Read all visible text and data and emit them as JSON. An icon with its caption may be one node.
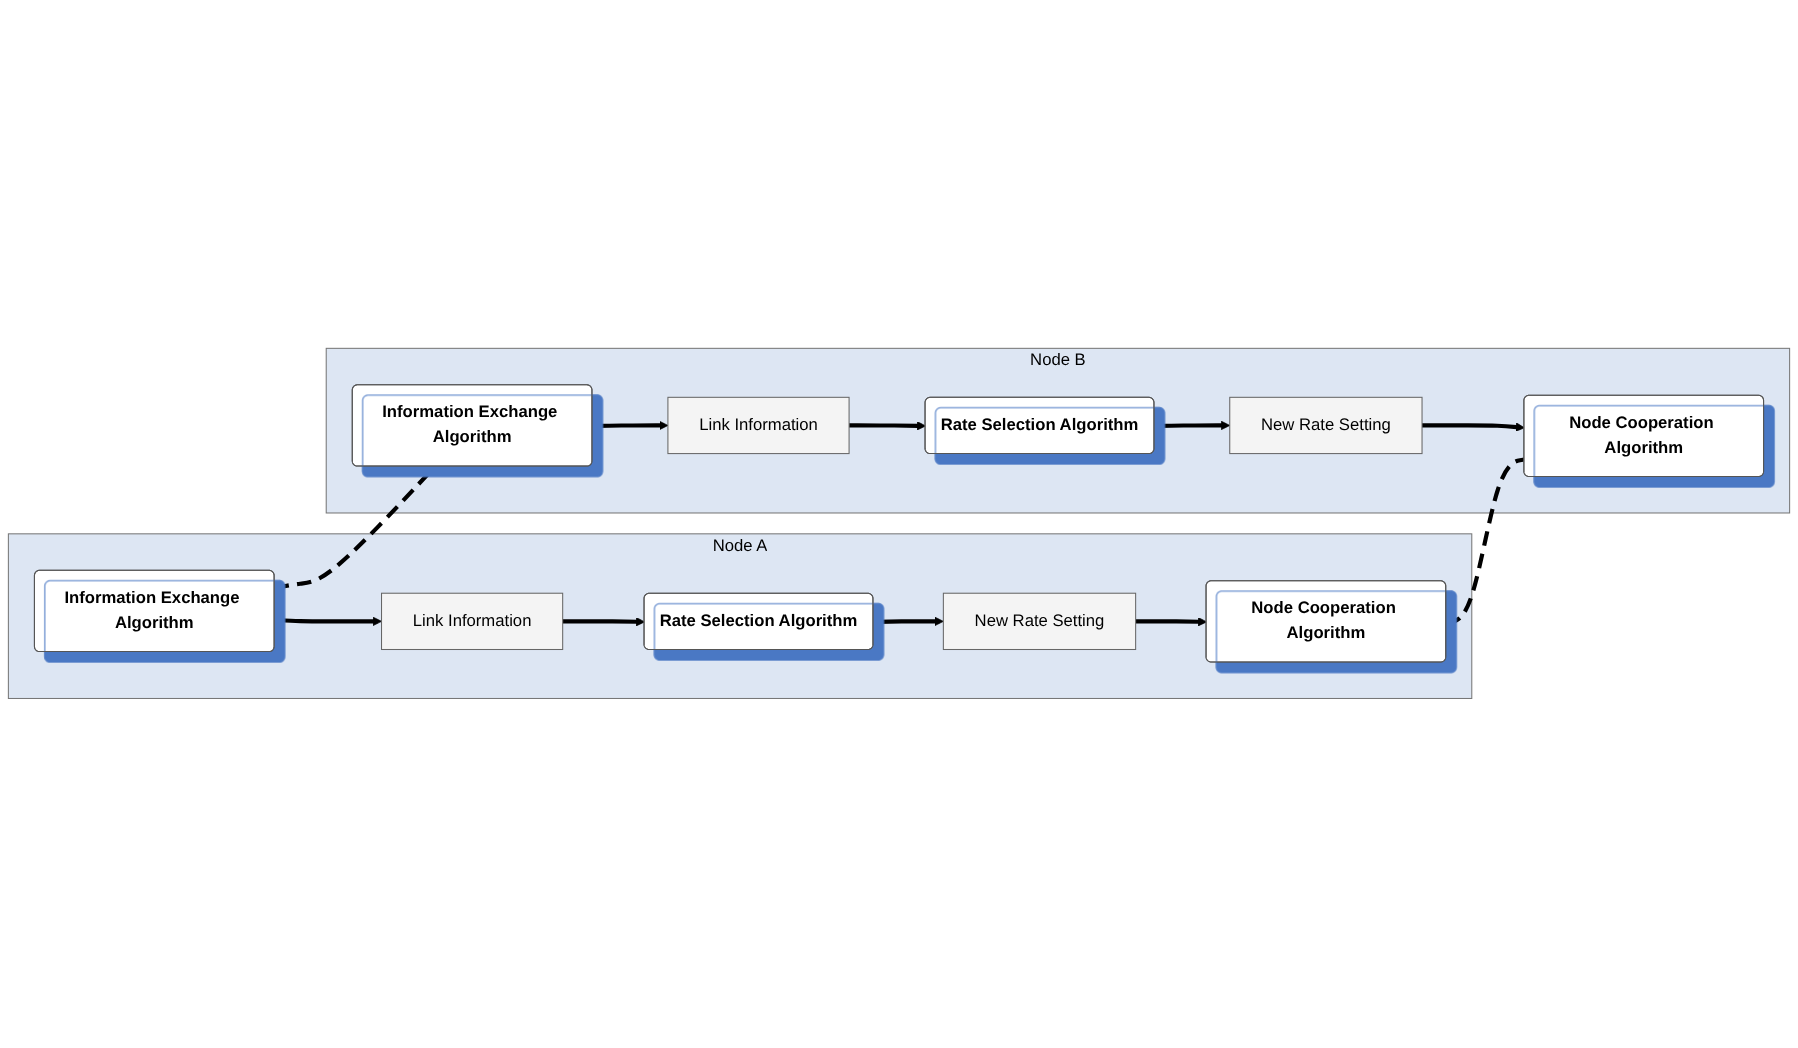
{
  "diagram": {
    "nodes": [
      {
        "text": [
          "Node A"
        ]
      },
      {
        "text": [
          "Rate Selection Algorithm"
        ],
        "in": 0
      },
      {
        "text": [
          "New Rate Setting"
        ],
        "in": 0
      },
      {
        "text": [
          "Link Information"
        ],
        "in": 0
      },
      {
        "text": [
          "Node Cooperation Algorithm"
        ],
        "in": 0
      },
      {
        "text": [
          "Information Exchange Algorithm"
        ],
        "in": 0
      },
      {
        "text": [
          "Node B"
        ]
      },
      {
        "text": [
          "New Rate Setting"
        ],
        "in": 6
      },
      {
        "text": [
          "Rate Selection Algorithm"
        ],
        "in": 6
      },
      {
        "text": [
          "Node Cooperation Algorithm"
        ],
        "in": 6
      },
      {
        "text": [
          "Link Information"
        ],
        "in": 6
      },
      {
        "text": [
          "Information Exchange Algorithm"
        ],
        "in": 6
      }
    ],
    "edges": [
      {
        "from": 1,
        "to": 2,
        "arrow": "to"
      },
      {
        "from": 2,
        "to": 4,
        "arrow": "to"
      },
      {
        "from": 3,
        "to": 1,
        "arrow": "to"
      },
      {
        "from": 5,
        "to": 3,
        "arrow": "to"
      },
      {
        "from": 8,
        "to": 7,
        "arrow": "to"
      },
      {
        "from": 7,
        "to": 9,
        "arrow": "to"
      },
      {
        "from": 10,
        "to": 8,
        "arrow": "to"
      },
      {
        "from": 11,
        "to": 10,
        "arrow": "to"
      },
      {
        "from": 4,
        "to": 9,
        "arrow": "none",
        "style": "dashed"
      },
      {
        "from": 5,
        "to": 11,
        "arrow": "none",
        "style": "dashed"
      }
    ]
  }
}
